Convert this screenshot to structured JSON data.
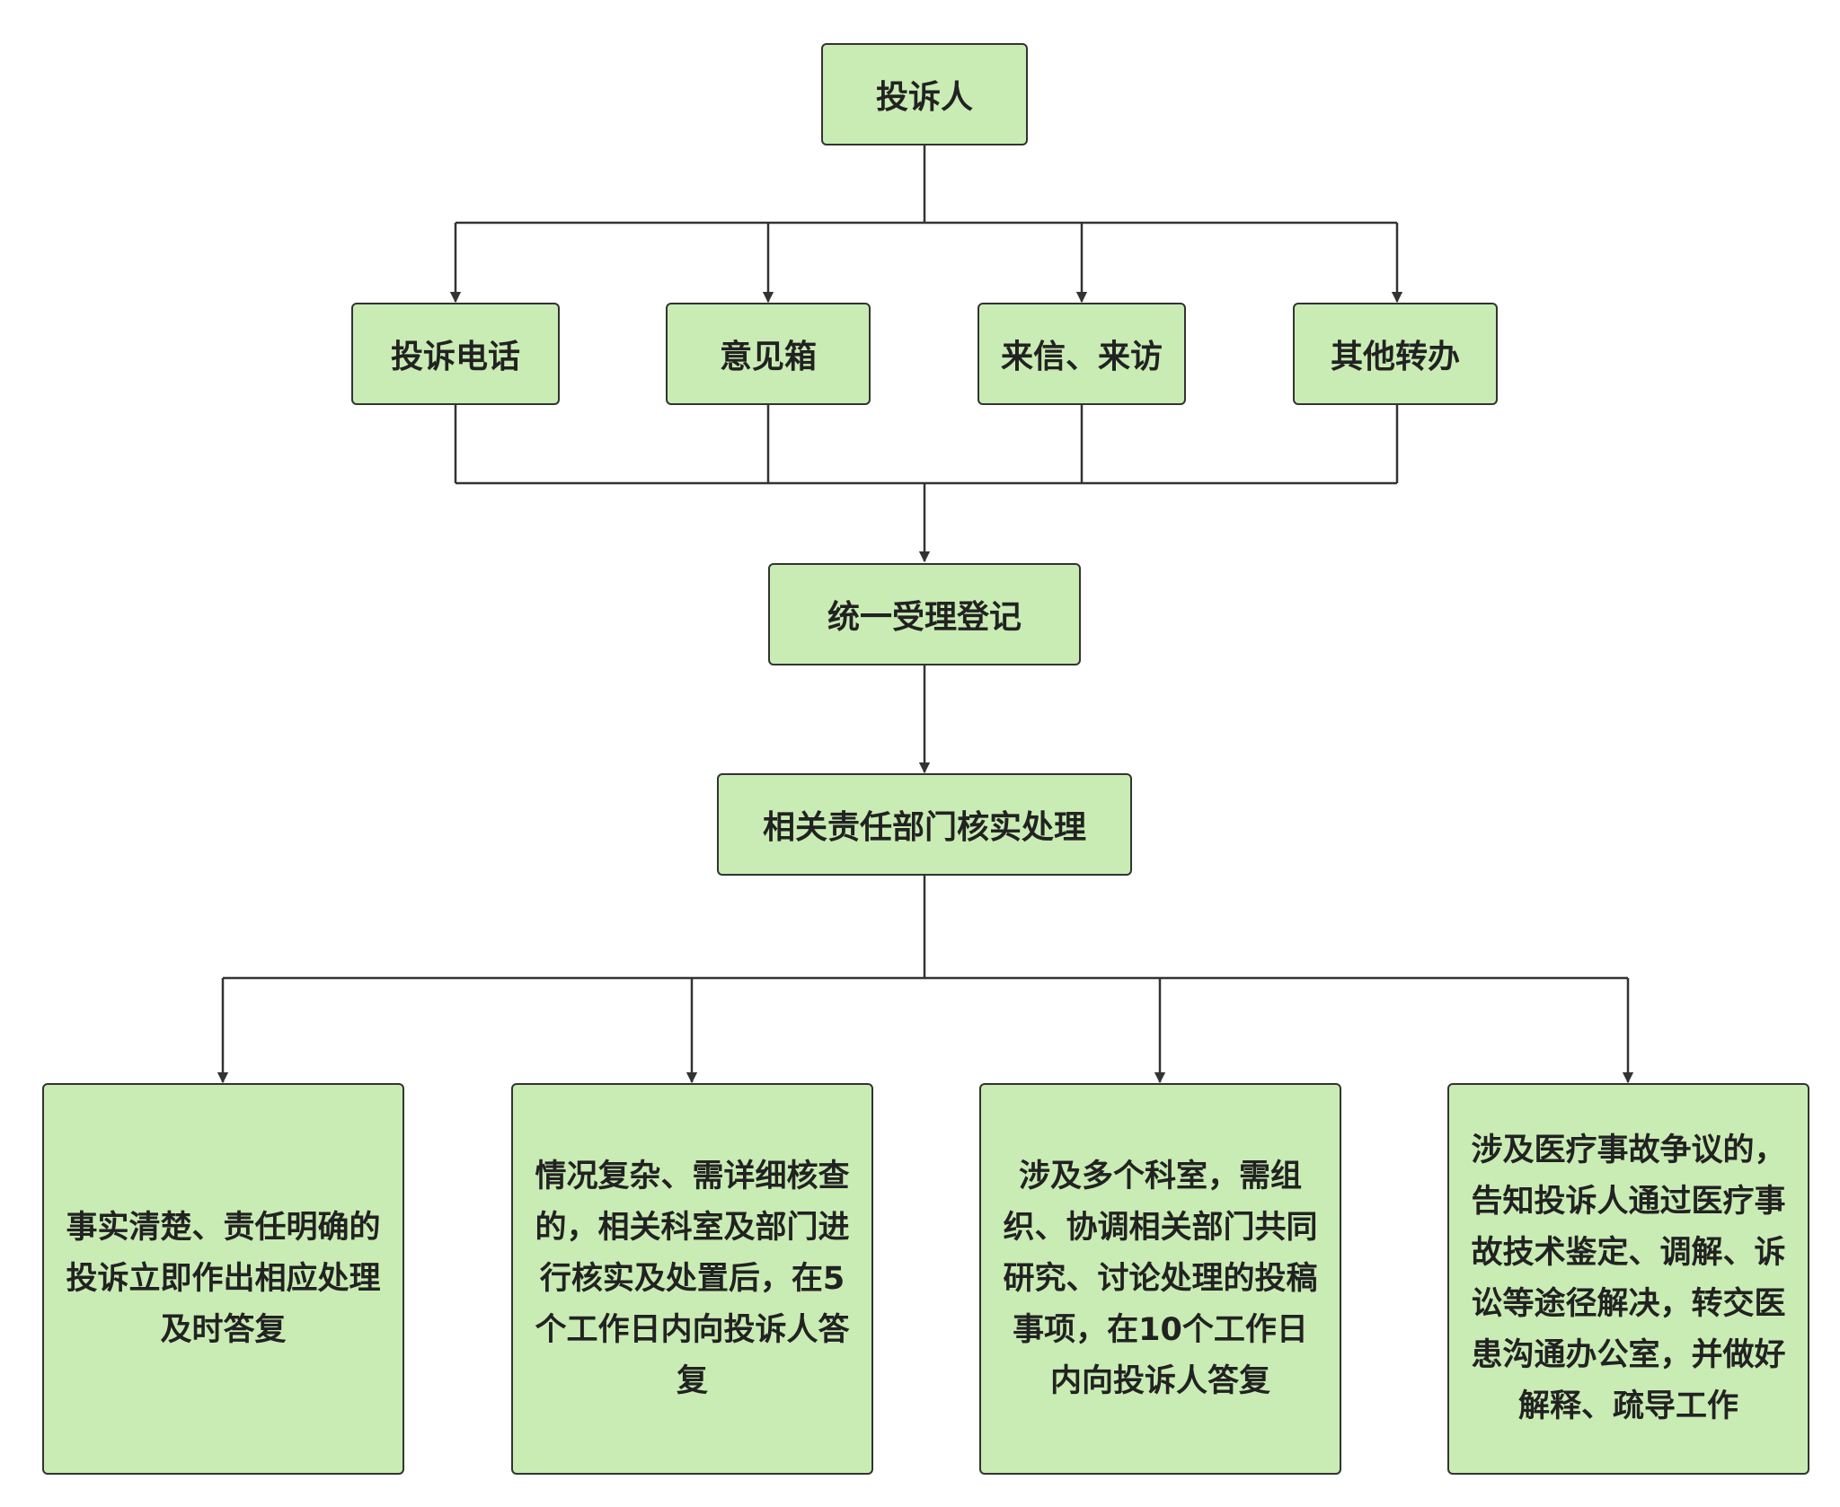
{
  "colors": {
    "node_fill": "#c9ecb4",
    "node_border": "#333333",
    "line": "#333333",
    "text": "#222222"
  },
  "nodes": {
    "complainant": "投诉人",
    "channels": [
      "投诉电话",
      "意见箱",
      "来信、来访",
      "其他转办"
    ],
    "registration": "统一受理登记",
    "verification": "相关责任部门核实处理",
    "outcomes": [
      "事实清楚、责任明确的投诉立即作出相应处理及时答复",
      "情况复杂、需详细核查的，相关科室及部门进行核实及处置后，在5个工作日内向投诉人答复",
      "涉及多个科室，需组织、协调相关部门共同研究、讨论处理的投稿事项，在10个工作日内向投诉人答复",
      "涉及医疗事故争议的，告知投诉人通过医疗事故技术鉴定、调解、诉讼等途径解决，转交医患沟通办公室，并做好解释、疏导工作"
    ]
  }
}
